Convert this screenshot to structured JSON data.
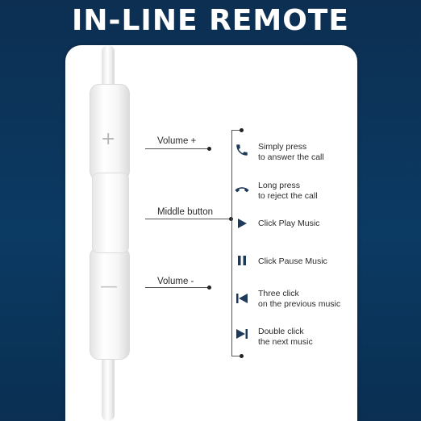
{
  "title": "IN-LINE REMOTE",
  "buttons": [
    {
      "label": "Volume +",
      "symbol": "+"
    },
    {
      "label": "Middle button"
    },
    {
      "label": "Volume -",
      "symbol": "—"
    }
  ],
  "actions": [
    {
      "icon": "phone-answer-icon",
      "lines": [
        "Simply press",
        "to answer the call"
      ]
    },
    {
      "icon": "phone-reject-icon",
      "lines": [
        "Long press",
        "to reject the call"
      ]
    },
    {
      "icon": "play-icon",
      "lines": [
        "Click Play Music"
      ]
    },
    {
      "icon": "pause-icon",
      "lines": [
        "Click Pause Music"
      ]
    },
    {
      "icon": "previous-track-icon",
      "lines": [
        "Three click",
        "on the previous music"
      ]
    },
    {
      "icon": "next-track-icon",
      "lines": [
        "Double click",
        "the next music"
      ]
    }
  ],
  "colors": {
    "background": "#0b3a63",
    "card": "#ffffff",
    "icon": "#1e3a5a"
  }
}
